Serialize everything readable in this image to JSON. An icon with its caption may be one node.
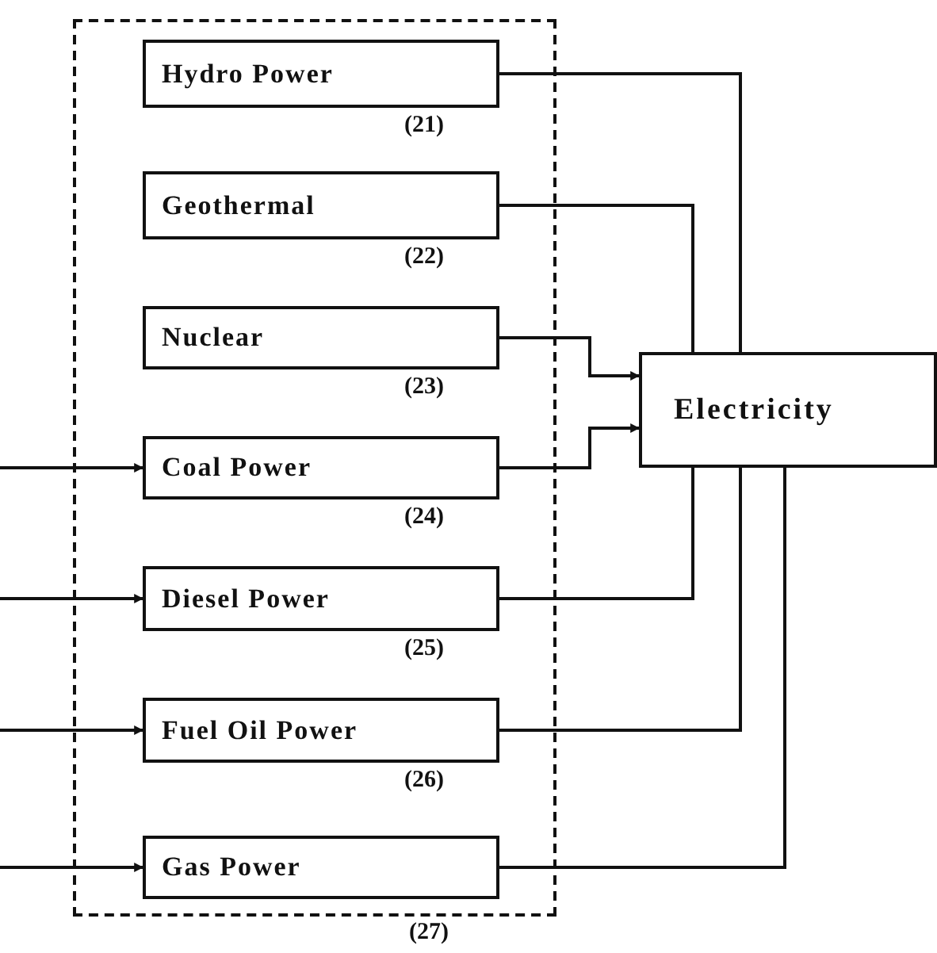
{
  "diagram": {
    "nodes": [
      {
        "text": [],
        "shape": "box",
        "beside": [
          "(27)"
        ]
      },
      {
        "text": [
          "Hydro Power"
        ],
        "in": 0,
        "beside": [
          "(21)"
        ]
      },
      {
        "text": [
          "Geothermal"
        ],
        "in": 0,
        "beside": [
          "(22)"
        ]
      },
      {
        "text": [
          "Nuclear"
        ],
        "in": 0,
        "beside": [
          "(23)"
        ]
      },
      {
        "text": [
          "Coal Power"
        ],
        "in": 0,
        "beside": [
          "(24)"
        ]
      },
      {
        "text": [
          "Diesel Power"
        ],
        "in": 0,
        "beside": [
          "(25)"
        ]
      },
      {
        "text": [
          "Fuel Oil Power"
        ],
        "in": 0,
        "beside": [
          "(26)"
        ]
      },
      {
        "text": [
          "Gas Power"
        ],
        "in": 0
      },
      {
        "text": [
          "Electricity"
        ]
      }
    ],
    "edges": [
      {
        "from": 1,
        "to": 8,
        "arrow": "none"
      },
      {
        "from": 2,
        "to": 8,
        "arrow": "none"
      },
      {
        "from": 3,
        "to": 8,
        "arrow": "to"
      },
      {
        "from": 4,
        "to": 8,
        "arrow": "to"
      },
      {
        "from": 5,
        "to": 8,
        "arrow": "none"
      },
      {
        "from": 6,
        "to": 8,
        "arrow": "none"
      },
      {
        "from": 7,
        "to": 8,
        "arrow": "none"
      },
      {
        "from": null,
        "to": 4,
        "arrow": "to"
      },
      {
        "from": null,
        "to": 5,
        "arrow": "to"
      },
      {
        "from": null,
        "to": 6,
        "arrow": "to"
      },
      {
        "from": null,
        "to": 7,
        "arrow": "to"
      }
    ]
  }
}
